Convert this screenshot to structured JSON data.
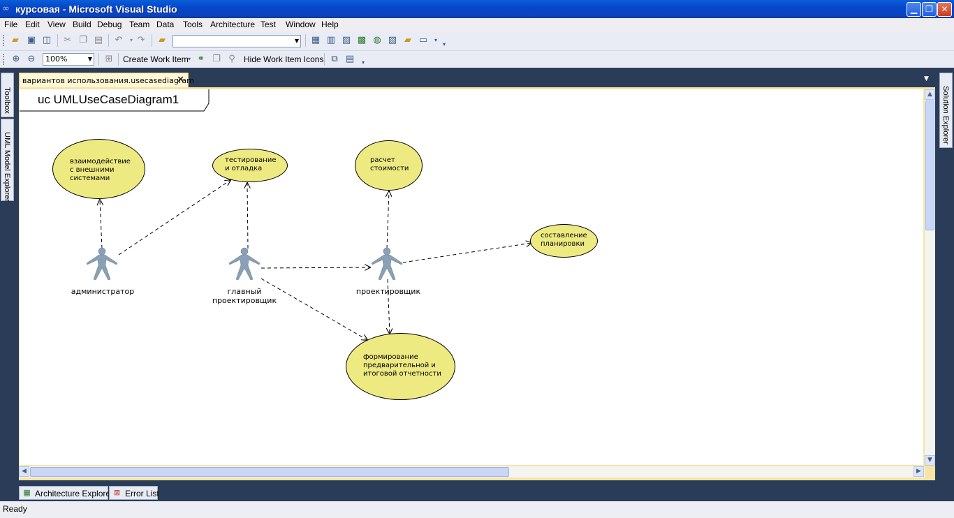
{
  "window": {
    "title": "курсовая - Microsoft Visual Studio",
    "minimize": "▁",
    "maximize": "❐",
    "close": "✕"
  },
  "menu": [
    "File",
    "Edit",
    "View",
    "Build",
    "Debug",
    "Team",
    "Data",
    "Tools",
    "Architecture",
    "Test",
    "Window",
    "Help"
  ],
  "toolbar": {
    "zoom_value": "100%",
    "create_work_item": "Create Work Item",
    "hide_work_item_icons": "Hide Work Item Icons",
    "search_combo_value": ""
  },
  "side_tabs": {
    "left": [
      "Toolbox",
      "UML Model Explorer"
    ],
    "right": [
      "Solution Explorer"
    ]
  },
  "document_tab": {
    "label": "вариантов использования.usecasediagram",
    "close": "✕"
  },
  "diagram": {
    "title": "uc UMLUseCaseDiagram1",
    "use_cases": [
      {
        "id": "uc1",
        "label": "взаимодействие\nс внешними\nсистемами"
      },
      {
        "id": "uc2",
        "label": "тестирование\nи отладка"
      },
      {
        "id": "uc3",
        "label": "расчет\nстоимости"
      },
      {
        "id": "uc4",
        "label": "составление\nпланировки"
      },
      {
        "id": "uc5",
        "label": "формирование\nпредварительной и\nитоговой отчетности"
      }
    ],
    "actors": [
      {
        "id": "a1",
        "label": "администратор"
      },
      {
        "id": "a2",
        "label": "главный\nпроектировщик"
      },
      {
        "id": "a3",
        "label": "проектировщик"
      }
    ]
  },
  "bottom_tabs": [
    "Architecture Explorer",
    "Error List"
  ],
  "status": "Ready"
}
